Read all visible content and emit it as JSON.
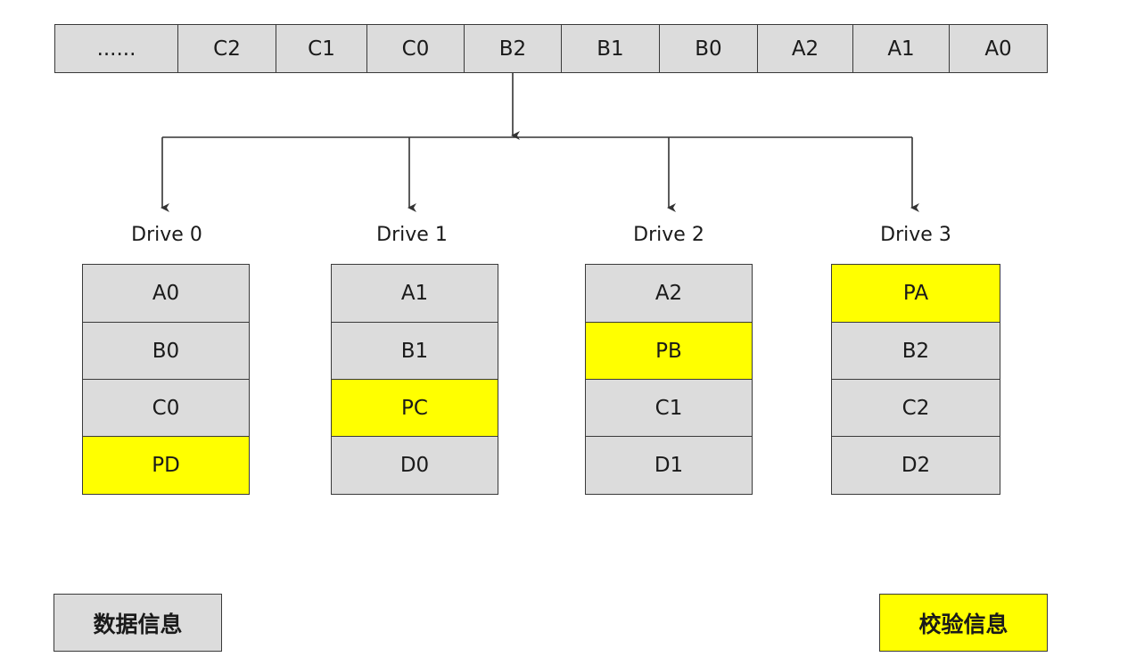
{
  "stripe": [
    "......",
    "C2",
    "C1",
    "C0",
    "B2",
    "B1",
    "B0",
    "A2",
    "A1",
    "A0"
  ],
  "drives": [
    {
      "label": "Drive 0",
      "blocks": [
        "A0",
        "B0",
        "C0",
        "PD"
      ]
    },
    {
      "label": "Drive 1",
      "blocks": [
        "A1",
        "B1",
        "PC",
        "D0"
      ]
    },
    {
      "label": "Drive 2",
      "blocks": [
        "A2",
        "PB",
        "C1",
        "D1"
      ]
    },
    {
      "label": "Drive 3",
      "blocks": [
        "PA",
        "B2",
        "C2",
        "D2"
      ]
    }
  ],
  "legend": {
    "data": "数据信息",
    "parity": "校验信息"
  },
  "colors": {
    "data": "#dcdcdc",
    "parity": "#ffff00",
    "border": "#3a3a3a"
  }
}
